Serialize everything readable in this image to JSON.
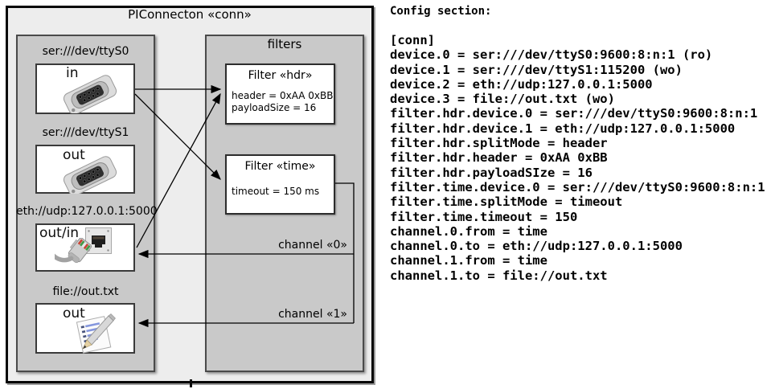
{
  "diagram": {
    "title": "PIConnecton «conn»",
    "filters_panel_title": "filters",
    "devices": [
      {
        "uri": "ser:///dev/ttyS0",
        "direction": "in",
        "icon": "serial-connector-icon"
      },
      {
        "uri": "ser:///dev/ttyS1",
        "direction": "out",
        "icon": "serial-connector-icon"
      },
      {
        "uri": "eth://udp:127.0.0.1:5000",
        "direction": "out/in",
        "icon": "ethernet-icon"
      },
      {
        "uri": "file://out.txt",
        "direction": "out",
        "icon": "notepad-pencil-icon"
      }
    ],
    "filters": [
      {
        "title": "Filter «hdr»",
        "attrs": [
          "header = 0xAA 0xBB",
          "payloadSize = 16"
        ]
      },
      {
        "title": "Filter «time»",
        "attrs": [
          "timeout = 150 ms"
        ]
      }
    ],
    "channels": [
      {
        "label": "channel «0»"
      },
      {
        "label": "channel «1»"
      }
    ]
  },
  "config": {
    "heading": "Config section:",
    "lines": [
      "[conn]",
      "device.0 = ser:///dev/ttyS0:9600:8:n:1 (ro)",
      "device.1 = ser:///dev/ttyS1:115200 (wo)",
      "device.2 = eth://udp:127.0.0.1:5000",
      "device.3 = file://out.txt (wo)",
      "filter.hdr.device.0 = ser:///dev/ttyS0:9600:8:n:1",
      "filter.hdr.device.1 = eth://udp:127.0.0.1:5000",
      "filter.hdr.splitMode = header",
      "filter.hdr.header = 0xAA 0xBB",
      "filter.hdr.payloadSIze = 16",
      "filter.time.device.0 = ser:///dev/ttyS0:9600:8:n:1",
      "filter.time.splitMode = timeout",
      "filter.time.timeout = 150",
      "channel.0.from = time",
      "channel.0.to = eth://udp:127.0.0.1:5000",
      "channel.1.from = time",
      "channel.1.to = file://out.txt"
    ]
  },
  "colors": {
    "outer_bg": "#ededed",
    "panel_bg": "#c9c9c9",
    "box_bg": "#ffffff",
    "line": "#000000"
  }
}
